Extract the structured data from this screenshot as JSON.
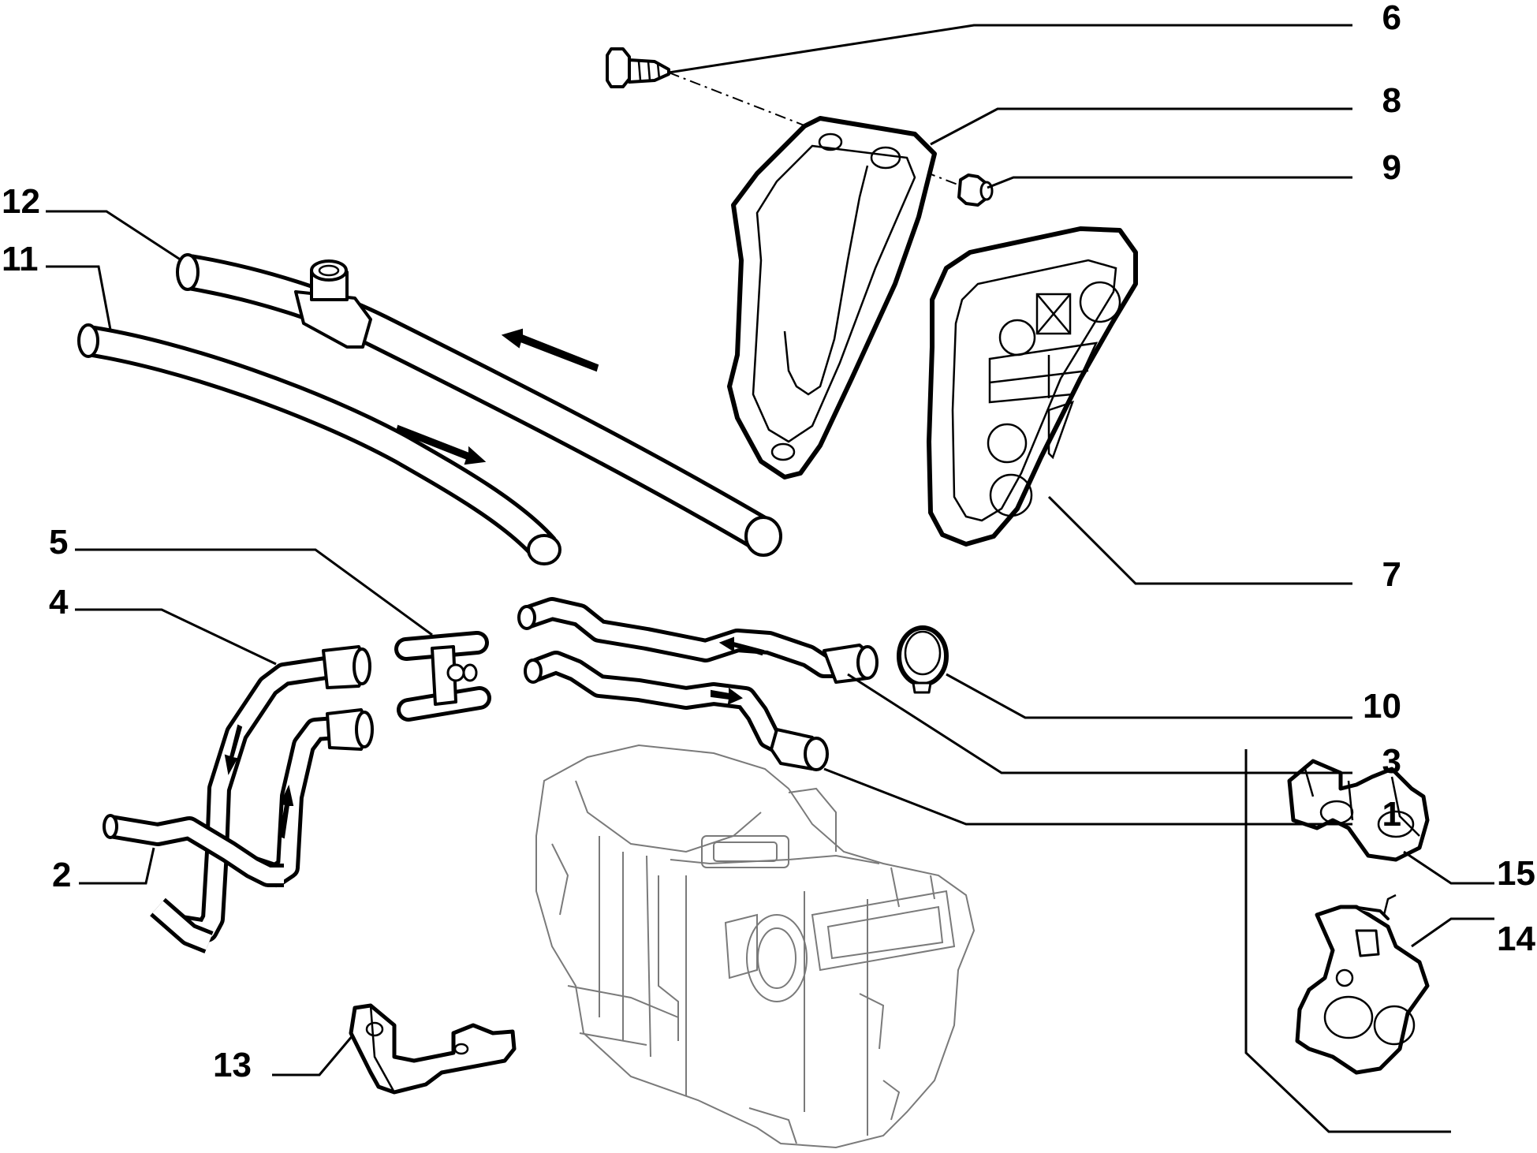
{
  "diagram": {
    "callouts": [
      {
        "id": "6",
        "label": "6"
      },
      {
        "id": "8",
        "label": "8"
      },
      {
        "id": "9",
        "label": "9"
      },
      {
        "id": "12",
        "label": "12"
      },
      {
        "id": "11",
        "label": "11"
      },
      {
        "id": "7",
        "label": "7"
      },
      {
        "id": "5",
        "label": "5"
      },
      {
        "id": "4",
        "label": "4"
      },
      {
        "id": "10",
        "label": "10"
      },
      {
        "id": "3",
        "label": "3"
      },
      {
        "id": "1",
        "label": "1"
      },
      {
        "id": "2",
        "label": "2"
      },
      {
        "id": "15",
        "label": "15"
      },
      {
        "id": "14",
        "label": "14"
      },
      {
        "id": "13",
        "label": "13"
      }
    ]
  }
}
